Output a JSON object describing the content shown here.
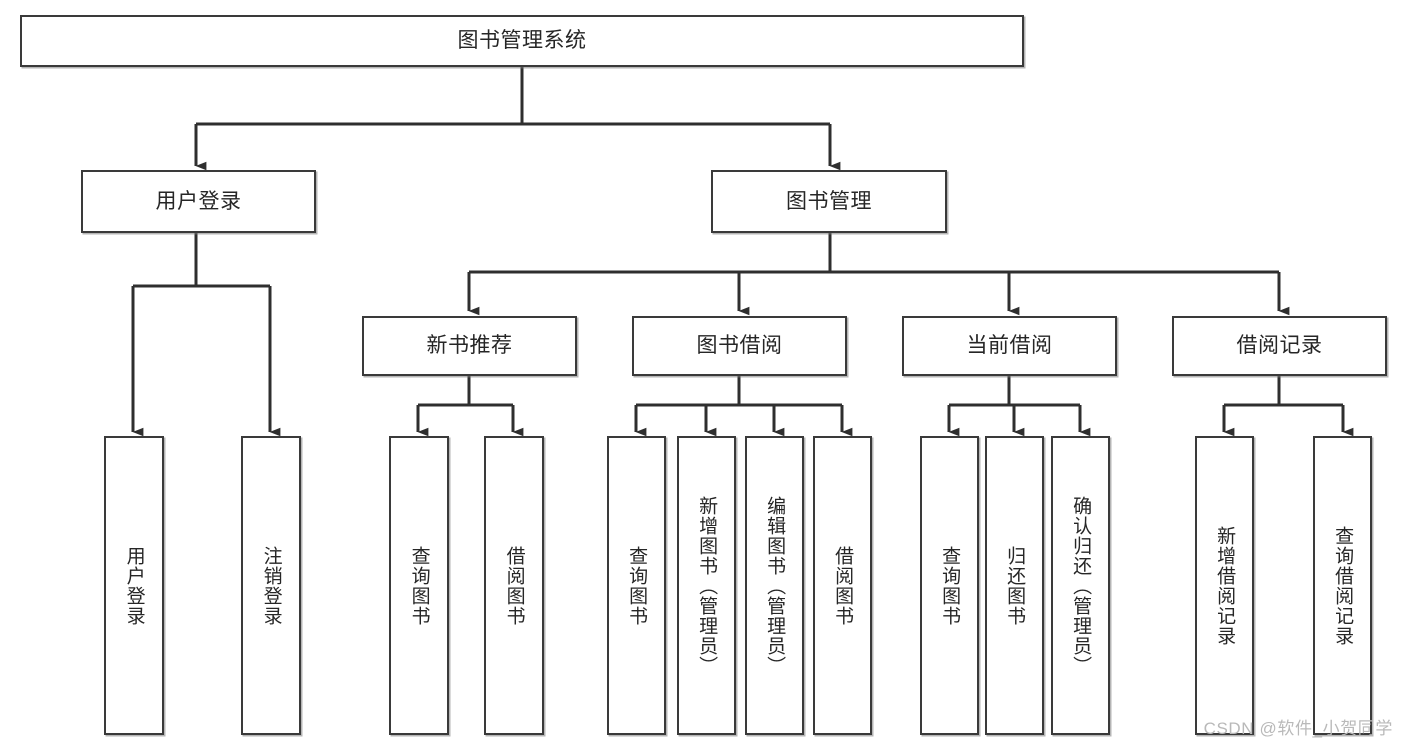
{
  "diagram": {
    "type": "tree-hierarchy",
    "title": "图书管理系统",
    "watermark": "CSDN @软件_小贺同学",
    "colors": {
      "box_border": "#3a3a3a",
      "box_fill": "#ffffff",
      "connector": "#2f2f2f",
      "text": "#262626",
      "watermark": "#b9b9b9"
    },
    "levels": {
      "root": {
        "id": "root",
        "label": "图书管理系统",
        "orientation": "horizontal"
      },
      "level2": [
        {
          "id": "user-login",
          "label": "用户登录",
          "orientation": "horizontal"
        },
        {
          "id": "book-manage",
          "label": "图书管理",
          "orientation": "horizontal"
        }
      ],
      "level3": [
        {
          "id": "new-book-recommend",
          "label": "新书推荐",
          "orientation": "horizontal",
          "parent": "book-manage"
        },
        {
          "id": "book-borrow",
          "label": "图书借阅",
          "orientation": "horizontal",
          "parent": "book-manage"
        },
        {
          "id": "current-borrow",
          "label": "当前借阅",
          "orientation": "horizontal",
          "parent": "book-manage"
        },
        {
          "id": "borrow-record",
          "label": "借阅记录",
          "orientation": "horizontal",
          "parent": "book-manage"
        }
      ],
      "leaves": [
        {
          "id": "leaf-user-login",
          "label": "用户登录",
          "orientation": "vertical",
          "parent": "user-login"
        },
        {
          "id": "leaf-logout-login",
          "label": "注销登录",
          "orientation": "vertical",
          "parent": "user-login"
        },
        {
          "id": "leaf-query-book-1",
          "label": "查询图书",
          "orientation": "vertical",
          "parent": "new-book-recommend"
        },
        {
          "id": "leaf-borrow-book-1",
          "label": "借阅图书",
          "orientation": "vertical",
          "parent": "new-book-recommend"
        },
        {
          "id": "leaf-query-book-2",
          "label": "查询图书",
          "orientation": "vertical",
          "parent": "book-borrow"
        },
        {
          "id": "leaf-add-book",
          "label": "新增图书（管理员）",
          "orientation": "vertical",
          "parent": "book-borrow"
        },
        {
          "id": "leaf-edit-book",
          "label": "编辑图书（管理员）",
          "orientation": "vertical",
          "parent": "book-borrow"
        },
        {
          "id": "leaf-borrow-book-2",
          "label": "借阅图书",
          "orientation": "vertical",
          "parent": "book-borrow"
        },
        {
          "id": "leaf-query-book-3",
          "label": "查询图书",
          "orientation": "vertical",
          "parent": "current-borrow"
        },
        {
          "id": "leaf-return-book",
          "label": "归还图书",
          "orientation": "vertical",
          "parent": "current-borrow"
        },
        {
          "id": "leaf-confirm-return",
          "label": "确认归还（管理员）",
          "orientation": "vertical",
          "parent": "current-borrow"
        },
        {
          "id": "leaf-add-record",
          "label": "新增借阅记录",
          "orientation": "vertical",
          "parent": "borrow-record"
        },
        {
          "id": "leaf-query-record",
          "label": "查询借阅记录",
          "orientation": "vertical",
          "parent": "borrow-record"
        }
      ]
    }
  }
}
